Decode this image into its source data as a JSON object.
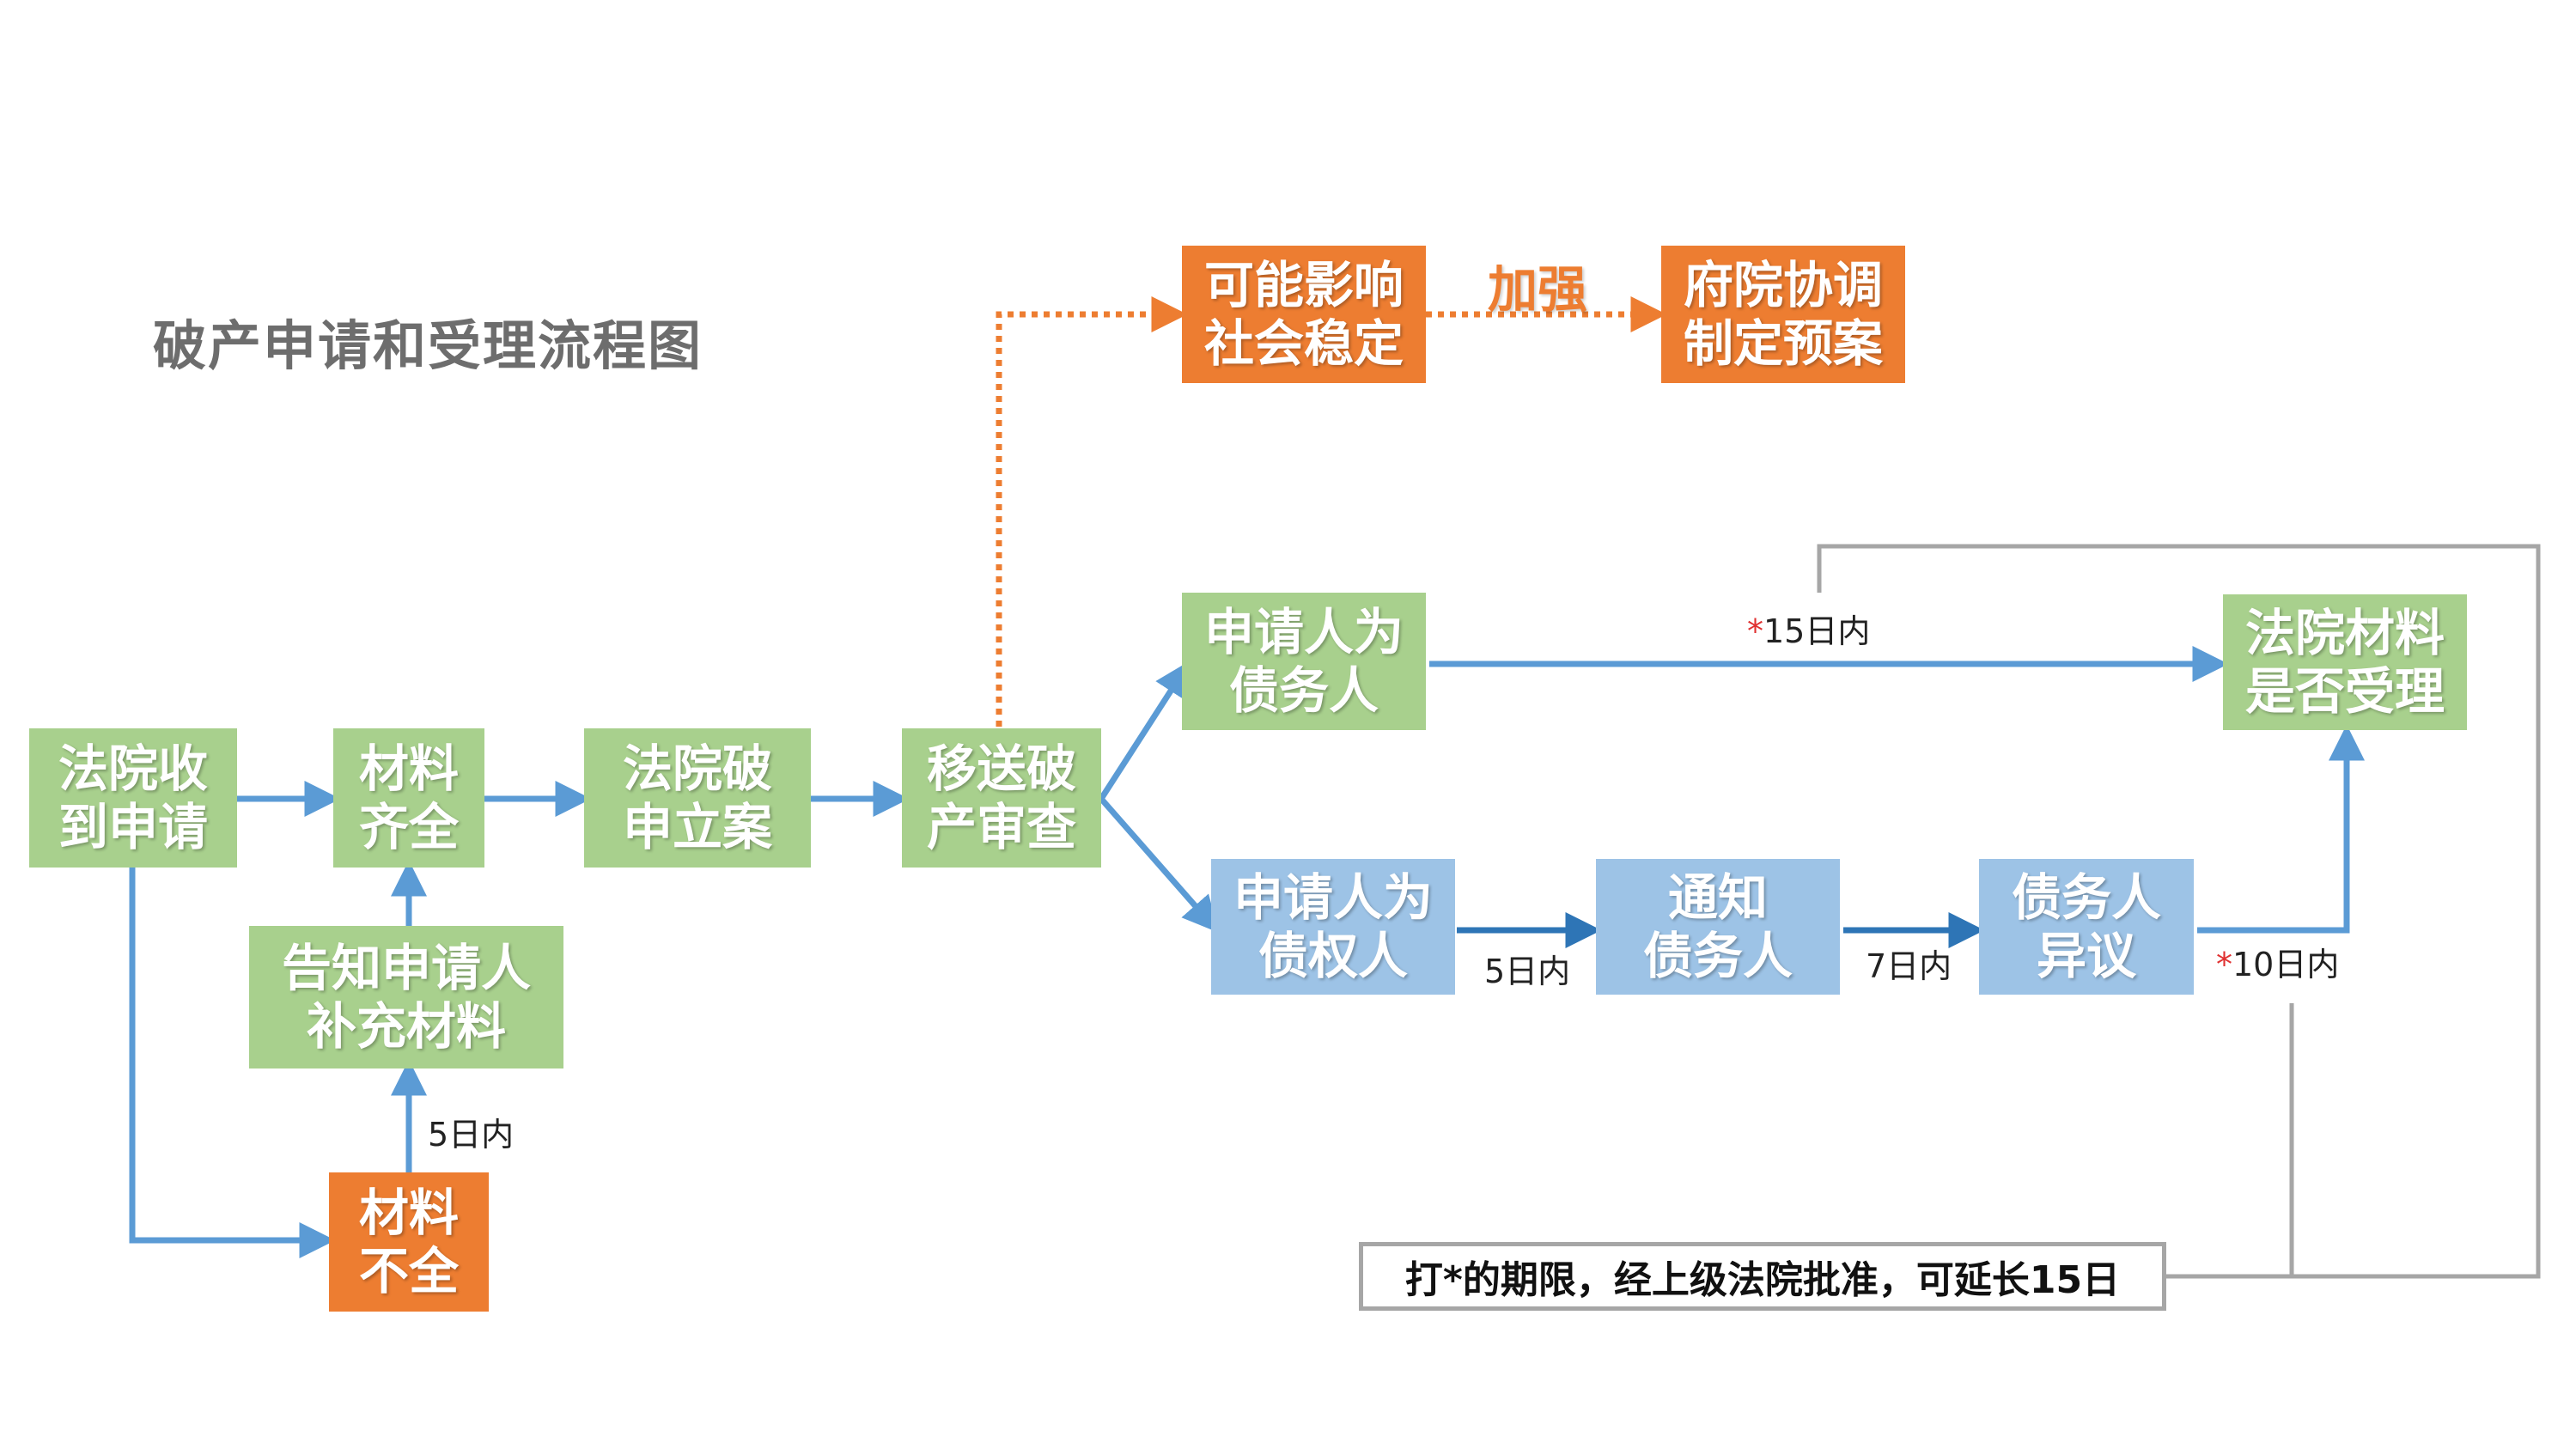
{
  "title": "破产申请和受理流程图",
  "colors": {
    "green": "#a8d08d",
    "orange": "#ed7d31",
    "blue": "#9dc3e6",
    "arrow_blue": "#5b9bd5",
    "arrow_dark_blue": "#2e75b6",
    "note_gray": "#a6a6a6"
  },
  "nodes": {
    "court_receive": [
      "法院收",
      "到申请"
    ],
    "materials_complete": [
      "材料",
      "齐全"
    ],
    "notify_supplement": [
      "告知申请人",
      "补充材料"
    ],
    "materials_incomplete": [
      "材料",
      "不全"
    ],
    "court_file_case": [
      "法院破",
      "申立案"
    ],
    "transfer_review": [
      "移送破",
      "产审查"
    ],
    "social_stability": [
      "可能影响",
      "社会稳定"
    ],
    "govt_coordination": [
      "府院协调",
      "制定预案"
    ],
    "applicant_debtor": [
      "申请人为",
      "债务人"
    ],
    "applicant_creditor": [
      "申请人为",
      "债权人"
    ],
    "notify_debtor": [
      "通知",
      "债务人"
    ],
    "debtor_objection": [
      "债务人",
      "异议"
    ],
    "court_accept": [
      "法院材料",
      "是否受理"
    ]
  },
  "labels": {
    "strengthen": "加强",
    "d15": "15日内",
    "d10": "10日内",
    "d5_creditor": "5日内",
    "d7": "7日内",
    "d5_supplement": "5日内",
    "star": "*"
  },
  "note": "打*的期限，经上级法院批准，可延长15日"
}
